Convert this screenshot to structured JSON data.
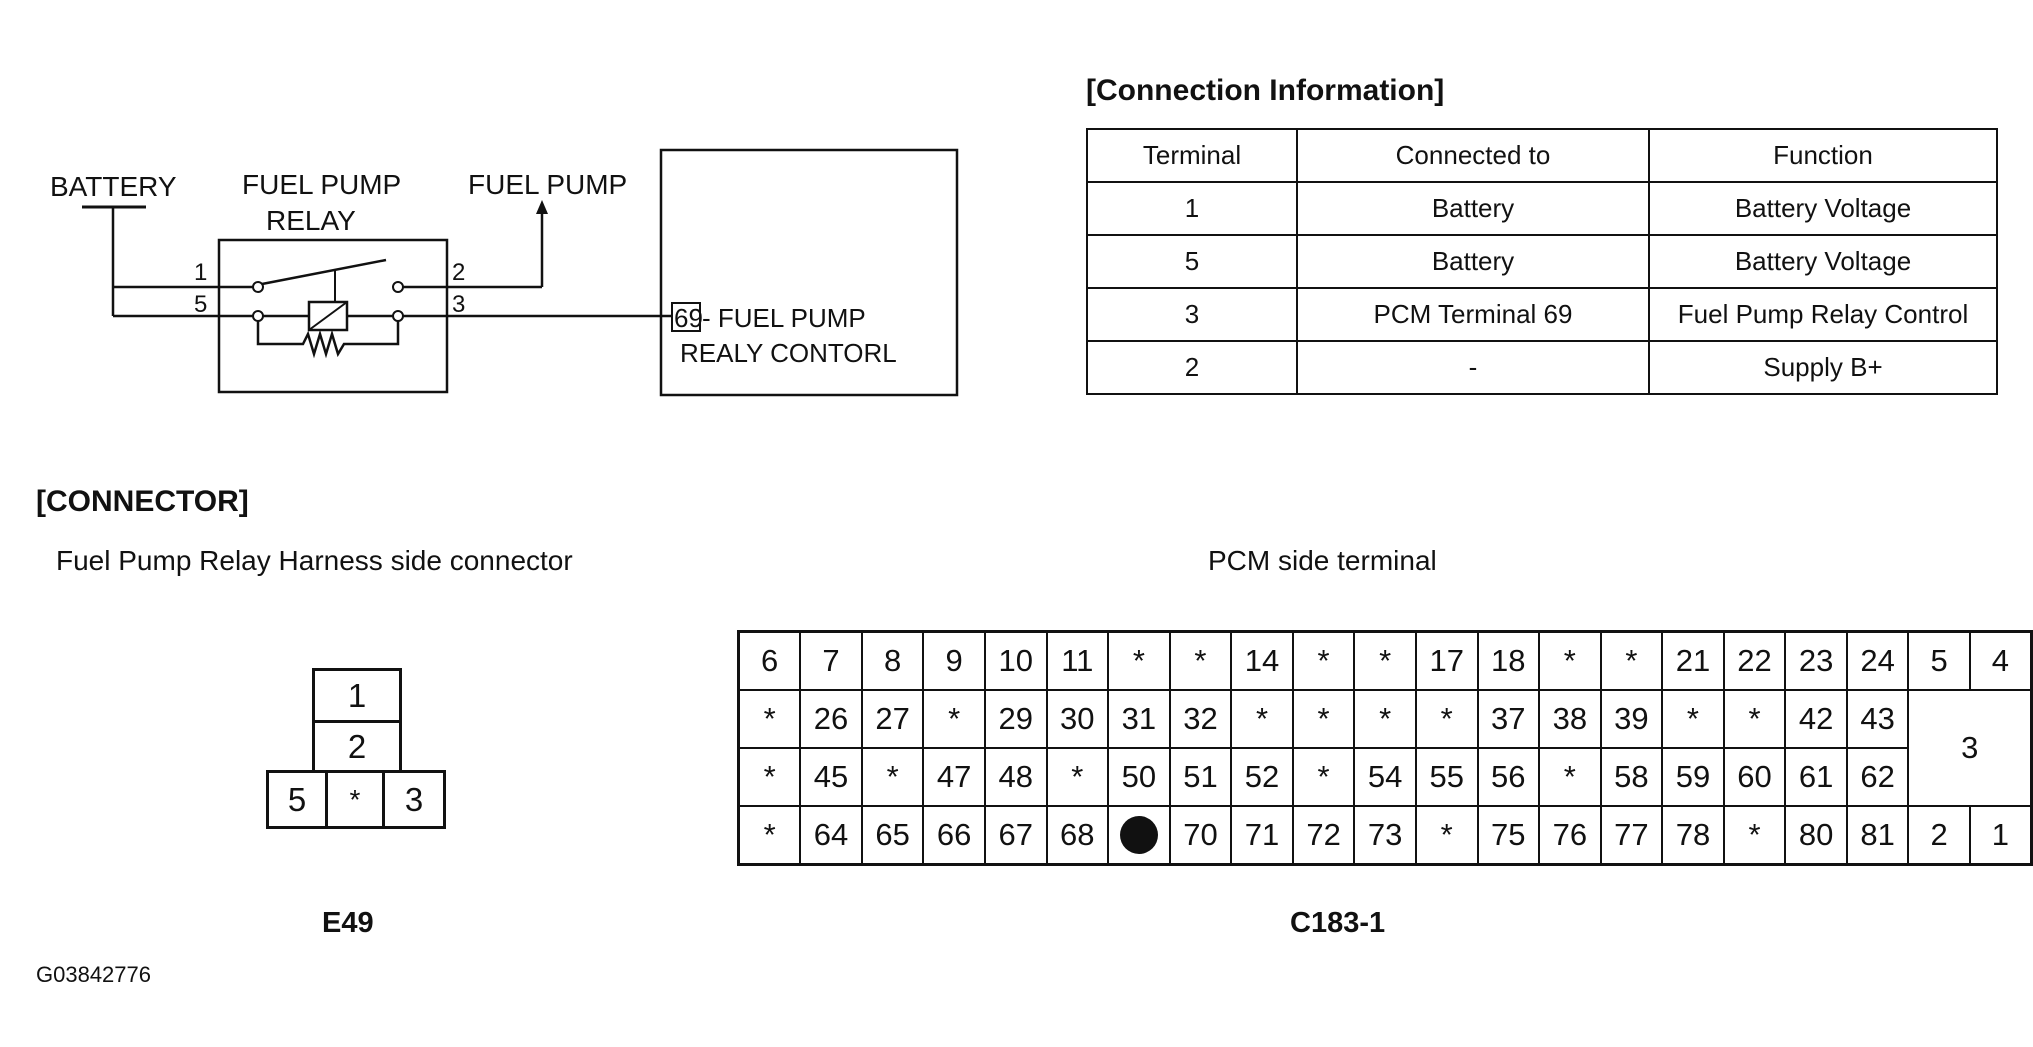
{
  "schematic": {
    "battery_label": "BATTERY",
    "relay_label_line1": "FUEL PUMP",
    "relay_label_line2": "RELAY",
    "fuel_pump_label": "FUEL PUMP",
    "pin1": "1",
    "pin5": "5",
    "pin2": "2",
    "pin3": "3",
    "pcm_terminal_num": "69",
    "pcm_terminal_line1": " - FUEL PUMP",
    "pcm_terminal_line2": "REALY CONTORL"
  },
  "connection_info": {
    "title": "[Connection Information]",
    "headers": [
      "Terminal",
      "Connected to",
      "Function"
    ],
    "rows": [
      [
        "1",
        "Battery",
        "Battery Voltage"
      ],
      [
        "5",
        "Battery",
        "Battery Voltage"
      ],
      [
        "3",
        "PCM Terminal 69",
        "Fuel Pump Relay Control"
      ],
      [
        "2",
        "-",
        "Supply B+"
      ]
    ]
  },
  "connector": {
    "title": "[CONNECTOR]",
    "relay_side_title": "Fuel Pump Relay Harness side connector",
    "pcm_side_title": "PCM side terminal",
    "e49": {
      "name": "E49",
      "pins": [
        "1",
        "2",
        "5",
        "*",
        "3"
      ]
    },
    "pcm": {
      "name": "C183-1",
      "row1": [
        "6",
        "7",
        "8",
        "9",
        "10",
        "11",
        "*",
        "*",
        "14",
        "*",
        "*",
        "17",
        "18",
        "*",
        "*",
        "21",
        "22",
        "23",
        "24",
        "5",
        "4"
      ],
      "row2": [
        "*",
        "26",
        "27",
        "*",
        "29",
        "30",
        "31",
        "32",
        "*",
        "*",
        "*",
        "*",
        "37",
        "38",
        "39",
        "*",
        "*",
        "42",
        "43"
      ],
      "row3": [
        "*",
        "45",
        "*",
        "47",
        "48",
        "*",
        "50",
        "51",
        "52",
        "*",
        "54",
        "55",
        "56",
        "*",
        "58",
        "59",
        "60",
        "61",
        "62"
      ],
      "row4": [
        "*",
        "64",
        "65",
        "66",
        "67",
        "68",
        "●",
        "70",
        "71",
        "72",
        "73",
        "*",
        "75",
        "76",
        "77",
        "78",
        "*",
        "80",
        "81",
        "2",
        "1"
      ],
      "big_cell": "3"
    }
  },
  "figure_id": "G03842776"
}
